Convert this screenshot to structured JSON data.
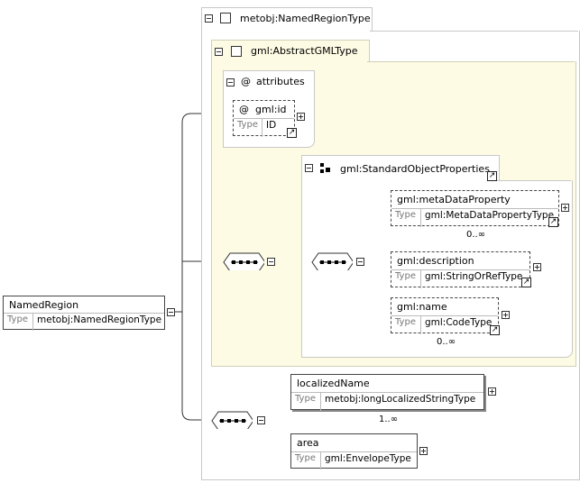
{
  "outer": {
    "title": "metobj:NamedRegionType"
  },
  "abstract": {
    "title": "gml:AbstractGMLType"
  },
  "attributes": {
    "title": "attributes",
    "id": {
      "name": "gml:id",
      "type_label": "Type",
      "type": "ID"
    }
  },
  "std": {
    "title": "gml:StandardObjectProperties",
    "metaDataProperty": {
      "name": "gml:metaDataProperty",
      "type_label": "Type",
      "type": "gml:MetaDataPropertyType",
      "card": "0..∞"
    },
    "description": {
      "name": "gml:description",
      "type_label": "Type",
      "type": "gml:StringOrRefType"
    },
    "name": {
      "name": "gml:name",
      "type_label": "Type",
      "type": "gml:CodeType",
      "card": "0..∞"
    }
  },
  "root": {
    "name": "NamedRegion",
    "type_label": "Type",
    "type": "metobj:NamedRegionType"
  },
  "localizedName": {
    "name": "localizedName",
    "type_label": "Type",
    "type": "metobj:longLocalizedStringType",
    "card": "1..∞"
  },
  "area": {
    "name": "area",
    "type_label": "Type",
    "type": "gml:EnvelopeType"
  },
  "icons": {
    "at": "@",
    "external": "↗"
  }
}
